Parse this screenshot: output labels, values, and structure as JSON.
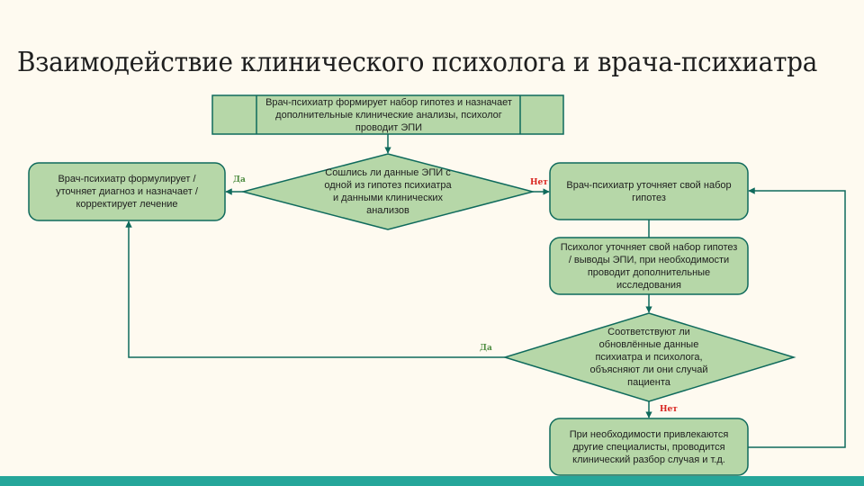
{
  "title": "Взаимодействие клинического психолога и врача-психиатра",
  "colors": {
    "background": "#fefaf0",
    "node_fill": "#b6d7a8",
    "stroke": "#0f6a5c",
    "yes_label": "#4d8b3f",
    "no_label": "#d8231e",
    "footer_bar": "#26a69a"
  },
  "nodes": {
    "start": "Врач-психиатр формирует набор гипотез и назначает дополнительные клинические анализы, психолог проводит ЭПИ",
    "decision1": "Сошлись ли данные ЭПИ с одной из гипотез психиатра и данными клинических анализов",
    "diagnosis": "Врач-психиатр формулирует / уточняет диагноз и назначает / корректирует лечение",
    "refine_hypotheses": "Врач-психиатр уточняет свой набор гипотез",
    "psychologist_refines": "Психолог  уточняет свой набор гипотез / выводы ЭПИ, при необходимости проводит дополнительные исследования",
    "decision2": "Соответствуют ли обновлённые данные психиатра и психолога, объясняют ли они случай пациента",
    "other_specialists": "При необходимости привлекаются другие специалисты, проводится клинический разбор случая и т.д."
  },
  "edge_labels": {
    "d1_yes": "Да",
    "d1_no": "Нет",
    "d2_yes": "Да",
    "d2_no": "Нет"
  }
}
